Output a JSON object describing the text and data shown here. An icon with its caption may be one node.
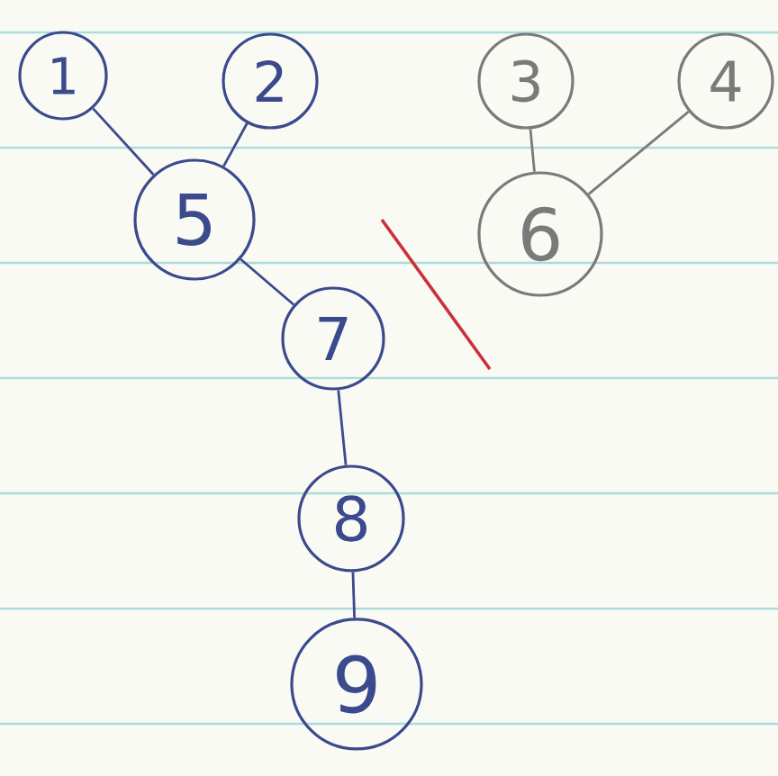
{
  "diagram": {
    "nodes": [
      {
        "text": [
          "1"
        ]
      },
      {
        "text": [
          "2"
        ]
      },
      {
        "text": [
          "3"
        ]
      },
      {
        "text": [
          "4"
        ]
      },
      {
        "text": [
          "5"
        ]
      },
      {
        "text": [
          "6"
        ]
      },
      {
        "text": [
          "7"
        ]
      },
      {
        "text": [
          "8"
        ]
      },
      {
        "text": [
          "9"
        ]
      }
    ],
    "edges": [
      {
        "from": 0,
        "to": 4,
        "arrow": "none"
      },
      {
        "from": 1,
        "to": 4,
        "arrow": "none"
      },
      {
        "from": 2,
        "to": 5,
        "arrow": "none",
        "color": "#7a7a7a"
      },
      {
        "from": 3,
        "to": 5,
        "arrow": "none",
        "color": "#7a7a7a"
      },
      {
        "from": 4,
        "to": 6,
        "arrow": "none"
      },
      {
        "from": 6,
        "to": 7,
        "arrow": "none"
      },
      {
        "from": 7,
        "to": 8,
        "arrow": "none"
      }
    ]
  }
}
